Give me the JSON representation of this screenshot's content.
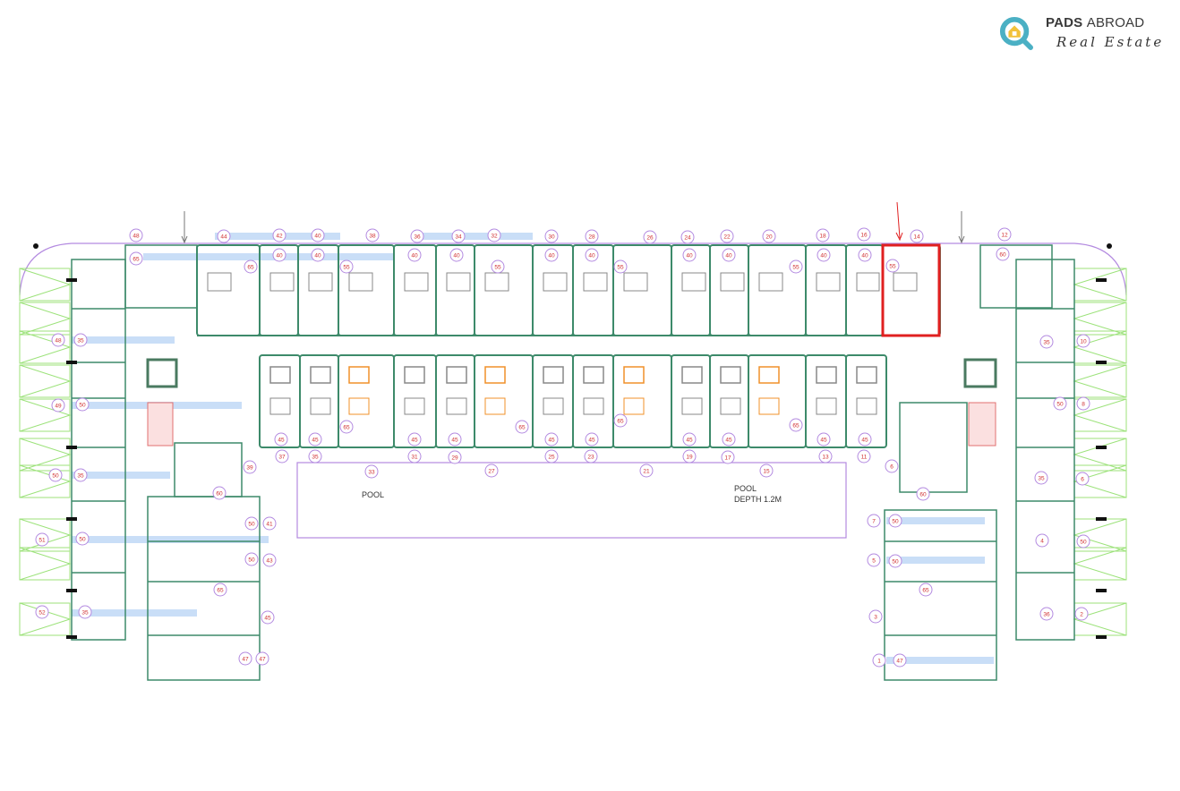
{
  "logo": {
    "brand_bold": "PADS",
    "brand_light": "ABROAD",
    "tagline": "Real Estate"
  },
  "plan": {
    "pool_label_left": "POOL",
    "pool_label_right": "POOL",
    "pool_depth": "DEPTH 1.2M",
    "highlight_color": "#e02020",
    "highlighted_unit": "14"
  },
  "labels": {
    "top_units": [
      "48",
      "44",
      "42",
      "40",
      "38",
      "36",
      "34",
      "32",
      "30",
      "28",
      "26",
      "24",
      "22",
      "20",
      "18",
      "16",
      "14",
      "12"
    ],
    "top_sizes": [
      "65",
      "65",
      "40",
      "40",
      "55",
      "40",
      "40",
      "55",
      "40",
      "40",
      "55",
      "40",
      "40",
      "55",
      "40",
      "40",
      "55",
      "60"
    ],
    "lower_sizes": [
      "45",
      "45",
      "65",
      "45",
      "45",
      "65",
      "45",
      "45",
      "65",
      "45",
      "45",
      "65",
      "45",
      "45"
    ],
    "lower_units": [
      "37",
      "35",
      "33",
      "31",
      "29",
      "27",
      "25",
      "23",
      "21",
      "19",
      "17",
      "15",
      "13",
      "11"
    ],
    "left_wing": [
      "48",
      "35",
      "49",
      "50",
      "50",
      "35",
      "51",
      "50",
      "52",
      "35",
      "39",
      "60",
      "50",
      "41",
      "50",
      "43",
      "65",
      "45",
      "47",
      "47"
    ],
    "right_wing": [
      "35",
      "10",
      "50",
      "8",
      "6",
      "35",
      "6",
      "60",
      "7",
      "50",
      "5",
      "50",
      "4",
      "50",
      "65",
      "3",
      "36",
      "2",
      "1",
      "47"
    ]
  }
}
